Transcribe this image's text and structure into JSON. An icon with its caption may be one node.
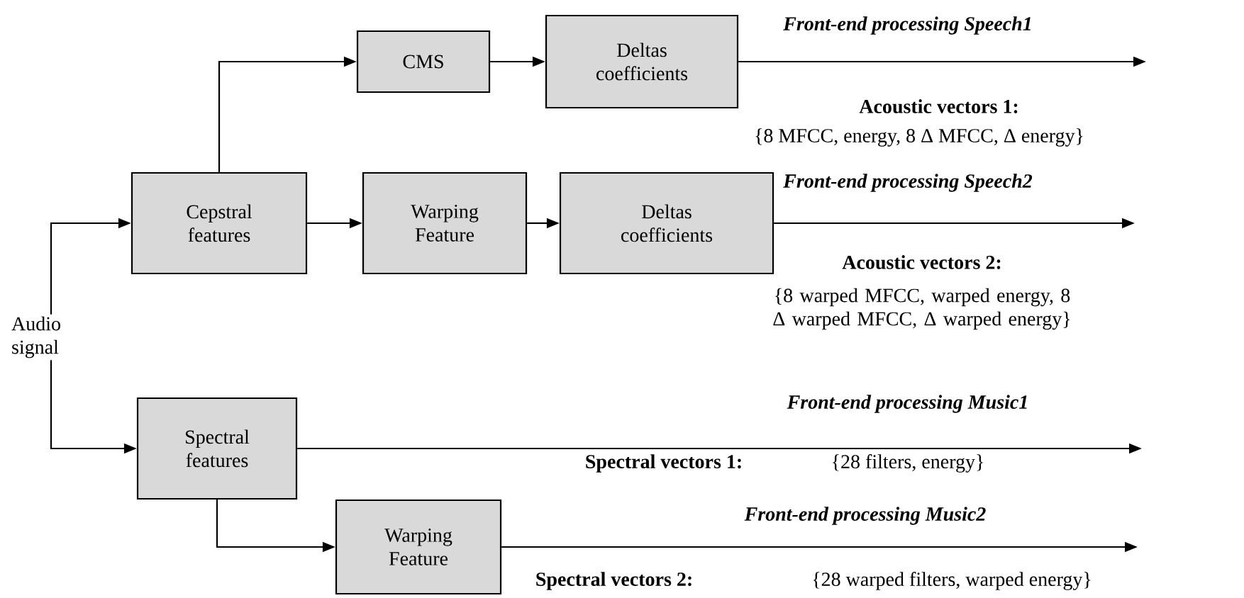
{
  "diagram": {
    "nodes": [
      {
        "text": [
          "Audio signal"
        ]
      },
      {
        "text": [
          "Cepstral features"
        ]
      },
      {
        "text": [
          "CMS"
        ]
      },
      {
        "text": [
          "Deltas coefficients"
        ]
      },
      {
        "text": [
          "Warping Feature"
        ]
      },
      {
        "text": [
          "Deltas coefficients"
        ]
      },
      {
        "text": [
          "Spectral features"
        ]
      },
      {
        "text": [
          "Warping Feature"
        ]
      }
    ],
    "edges": [
      {
        "from": 0,
        "to": 1,
        "arrow": "to"
      },
      {
        "from": 1,
        "to": 2,
        "arrow": "to"
      },
      {
        "from": 2,
        "to": 3,
        "arrow": "to"
      },
      {
        "from": 1,
        "to": 4,
        "arrow": "to"
      },
      {
        "from": 4,
        "to": 5,
        "arrow": "to"
      },
      {
        "from": 0,
        "to": 6,
        "arrow": "to"
      },
      {
        "from": 6,
        "to": 7,
        "arrow": "to"
      },
      {
        "from": 3,
        "to": null,
        "arrow": "to",
        "label": "Front-end processing Speech1"
      },
      {
        "from": 5,
        "to": null,
        "arrow": "to",
        "label": "Front-end processing Speech2"
      },
      {
        "from": 6,
        "to": null,
        "arrow": "to",
        "label": "Front-end processing Music1"
      },
      {
        "from": 7,
        "to": null,
        "arrow": "to",
        "label": "Front-end processing Music2"
      }
    ],
    "labels": [
      "Acoustic vectors 1:",
      "{8 MFCC, energy, 8 Δ MFCC, Δ energy}",
      "Acoustic vectors 2:",
      "{8 warped MFCC, warped energy, 8 Δ warped MFCC, Δ warped energy}",
      "Spectral vectors 1:",
      "{28 filters, energy}",
      "Spectral vectors 2:",
      "{28 warped filters, warped energy}"
    ]
  }
}
